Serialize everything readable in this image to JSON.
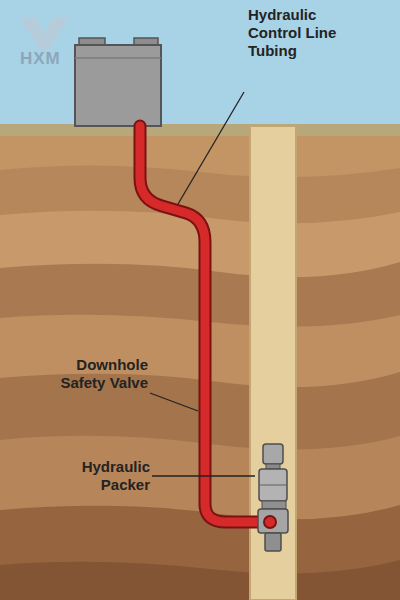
{
  "diagram": {
    "labels": [
      "HXM",
      "Hydraulic Control Line Tubing",
      "Downhole Safety Valve",
      "Hydraulic Packer"
    ]
  }
}
